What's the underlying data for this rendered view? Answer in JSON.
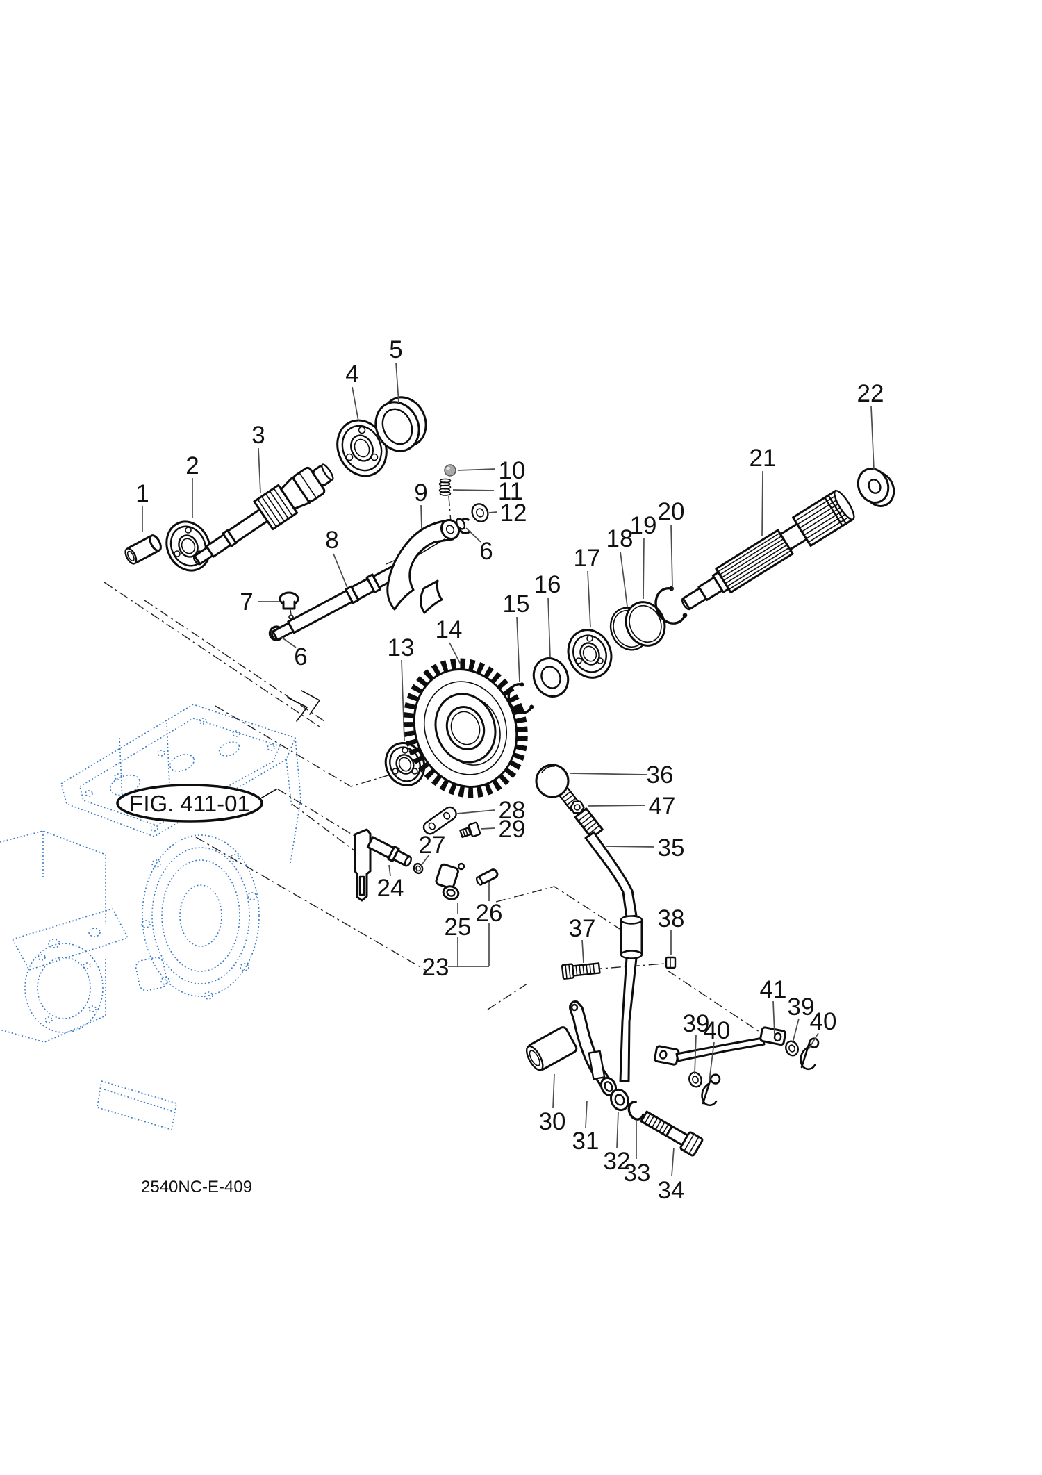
{
  "figure": {
    "id": "FIG. 411-01",
    "doc_code": "2540NC-E-409"
  },
  "colors": {
    "background": "#ffffff",
    "part_line": "#0d0d0d",
    "leader_line": "#4d4d4d",
    "housing_blue": "#3e7dc6",
    "ball_gray": "#a8a8a8"
  },
  "callouts": [
    {
      "label": "1"
    },
    {
      "label": "2"
    },
    {
      "label": "3"
    },
    {
      "label": "4"
    },
    {
      "label": "5"
    },
    {
      "label": "6"
    },
    {
      "label": "6"
    },
    {
      "label": "7"
    },
    {
      "label": "8"
    },
    {
      "label": "9"
    },
    {
      "label": "10"
    },
    {
      "label": "11"
    },
    {
      "label": "12"
    },
    {
      "label": "13"
    },
    {
      "label": "14"
    },
    {
      "label": "15"
    },
    {
      "label": "16"
    },
    {
      "label": "17"
    },
    {
      "label": "18"
    },
    {
      "label": "19"
    },
    {
      "label": "20"
    },
    {
      "label": "21"
    },
    {
      "label": "22"
    },
    {
      "label": "23"
    },
    {
      "label": "24"
    },
    {
      "label": "25"
    },
    {
      "label": "26"
    },
    {
      "label": "27"
    },
    {
      "label": "28"
    },
    {
      "label": "29"
    },
    {
      "label": "30"
    },
    {
      "label": "31"
    },
    {
      "label": "32"
    },
    {
      "label": "33"
    },
    {
      "label": "34"
    },
    {
      "label": "35"
    },
    {
      "label": "36"
    },
    {
      "label": "37"
    },
    {
      "label": "38"
    },
    {
      "label": "39"
    },
    {
      "label": "40"
    },
    {
      "label": "39"
    },
    {
      "label": "40"
    },
    {
      "label": "41"
    },
    {
      "label": "47"
    }
  ]
}
